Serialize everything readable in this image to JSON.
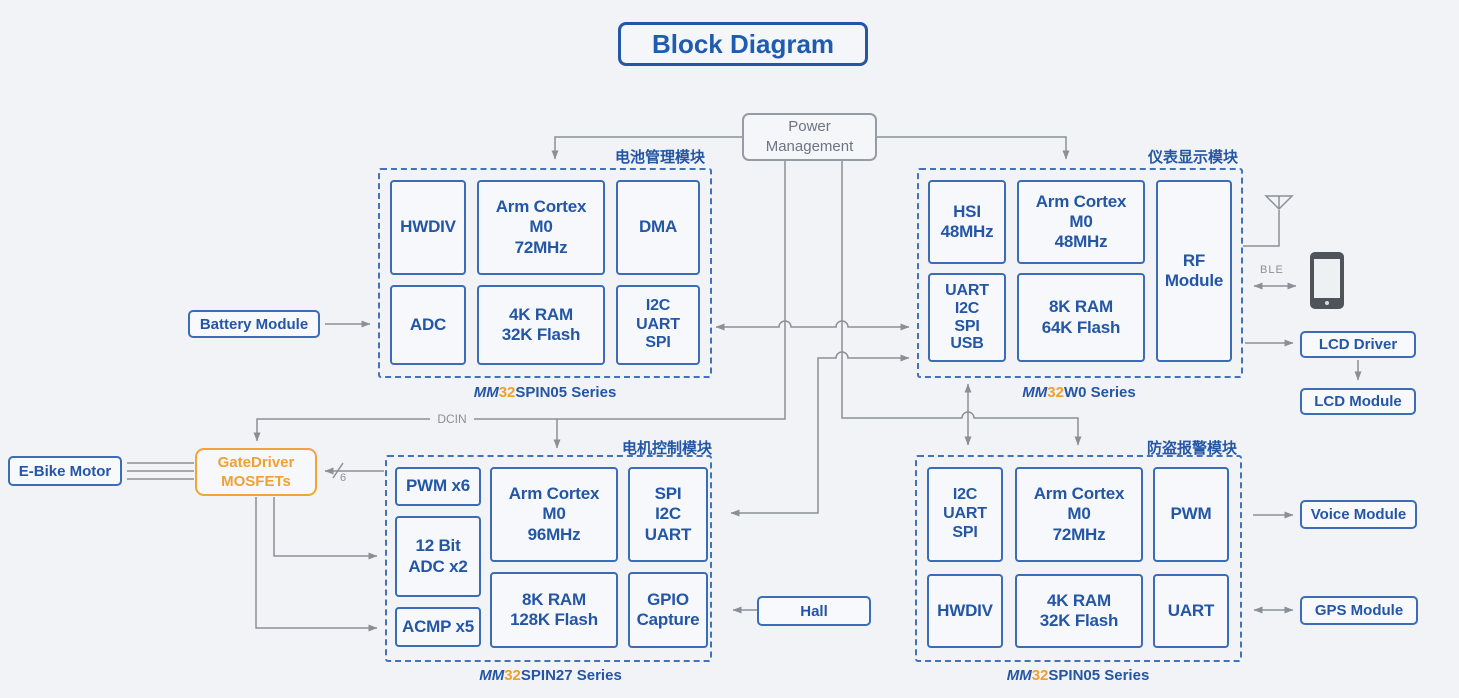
{
  "title": "Block Diagram",
  "power_management": {
    "label": "Power\nManagement"
  },
  "labels": {
    "dcin": "DCIN",
    "ble": "BLE",
    "bus_width": "6"
  },
  "colors": {
    "blue": "#2456a6",
    "orange": "#f0a132",
    "gray": "#8b9097",
    "background": "#f1f3f6"
  },
  "modules": {
    "battery": {
      "title": "电池管理模块",
      "series": {
        "mm": "MM",
        "num": "32",
        "rest": "SPIN05 Series"
      },
      "cells": [
        "HWDIV",
        "Arm Cortex\nM0\n72MHz",
        "DMA",
        "ADC",
        "4K RAM\n32K Flash",
        "I2C\nUART\nSPI"
      ]
    },
    "display": {
      "title": "仪表显示模块",
      "series": {
        "mm": "MM",
        "num": "32",
        "rest": "W0 Series"
      },
      "cells": [
        "HSI\n48MHz",
        "Arm Cortex\nM0\n48MHz",
        "RF\nModule",
        "UART\nI2C\nSPI\nUSB",
        "8K RAM\n64K Flash"
      ]
    },
    "motor": {
      "title": "电机控制模块",
      "series": {
        "mm": "MM",
        "num": "32",
        "rest": "SPIN27 Series"
      },
      "cells": [
        "PWM x6",
        "12 Bit\nADC x2",
        "ACMP x5",
        "Arm Cortex\nM0\n96MHz",
        "SPI\nI2C\nUART",
        "8K RAM\n128K Flash",
        "GPIO\nCapture"
      ]
    },
    "alarm": {
      "title": "防盗报警模块",
      "series": {
        "mm": "MM",
        "num": "32",
        "rest": "SPIN05 Series"
      },
      "cells": [
        "I2C\nUART\nSPI",
        "Arm Cortex\nM0\n72MHz",
        "PWM",
        "HWDIV",
        "4K RAM\n32K Flash",
        "UART"
      ]
    }
  },
  "peripherals": {
    "battery_module": "Battery Module",
    "ebike_motor": "E-Bike Motor",
    "gatedriver": "GateDriver\nMOSFETs",
    "hall": "Hall",
    "lcd_driver": "LCD Driver",
    "lcd_module": "LCD Module",
    "voice_module": "Voice Module",
    "gps_module": "GPS Module"
  }
}
